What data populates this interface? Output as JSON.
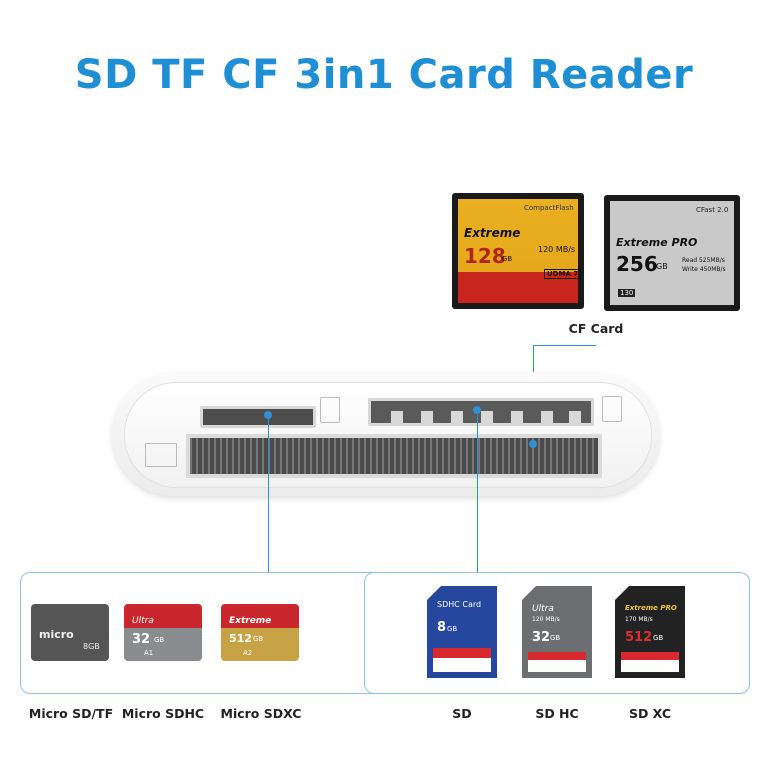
{
  "title": "SD TF CF 3in1 Card Reader",
  "cf_label": "CF Card",
  "cf_cards": [
    {
      "brand": "CompactFlash",
      "series": "Extreme",
      "capacity": "128",
      "unit": "GB",
      "speed": "120 MB/s",
      "badge": "UDMA 7"
    },
    {
      "brand": "CFast 2.0",
      "series": "Extreme PRO",
      "capacity": "256",
      "unit": "GB",
      "read": "Read 525MB/s",
      "write": "Write 450MB/s",
      "class": "130"
    }
  ],
  "micro_cards": [
    {
      "brand": "micro",
      "capacity": "8GB",
      "label": "Micro SD/TF"
    },
    {
      "series": "Ultra",
      "capacity": "32",
      "unit": "GB",
      "sub": "A1",
      "label": "Micro SDHC"
    },
    {
      "series": "Extreme",
      "capacity": "512",
      "unit": "GB",
      "sub": "A2",
      "label": "Micro SDXC"
    }
  ],
  "sd_cards": [
    {
      "series": "SDHC Card",
      "capacity": "8",
      "unit": "GB",
      "label": "SD"
    },
    {
      "series": "Ultra",
      "capacity": "32",
      "unit": "GB",
      "speed": "120 MB/s",
      "label": "SD HC"
    },
    {
      "series": "Extreme PRO",
      "capacity": "512",
      "unit": "GB",
      "speed": "170 MB/s",
      "label": "SD XC"
    }
  ],
  "colors": {
    "accent": "#1E8FD5",
    "line": "#2E90D8",
    "box_border": "#8DC3EA"
  }
}
